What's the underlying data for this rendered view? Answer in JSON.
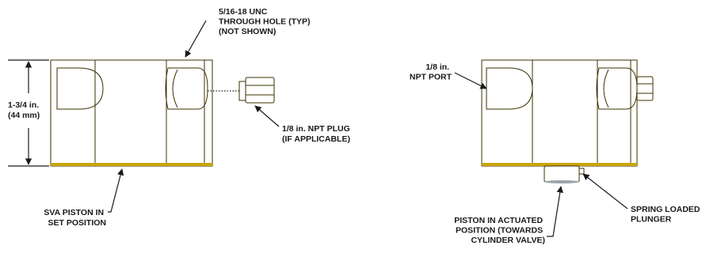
{
  "colors": {
    "body": "#f2d51e",
    "body_dark": "#d9b80c",
    "body_shadow": "#b8960a",
    "plunger": "#d8dde0",
    "ink": "#1a1a1a"
  },
  "labels": {
    "through_hole": [
      "5/16-18 UNC",
      "THROUGH HOLE (TYP)",
      "(NOT SHOWN)"
    ],
    "height": [
      "1-3/4 in.",
      "(44 mm)"
    ],
    "npt_plug": [
      "1/8 in. NPT PLUG",
      "(IF APPLICABLE)"
    ],
    "sva_piston": [
      "SVA PISTON IN",
      "SET POSITION"
    ],
    "npt_port": [
      "1/8 in.",
      "NPT PORT"
    ],
    "spring_plunger": [
      "SPRING LOADED",
      "PLUNGER"
    ],
    "piston_actuated": [
      "PISTON IN ACTUATED",
      "POSITION (TOWARDS",
      "CYLINDER VALVE)"
    ]
  }
}
